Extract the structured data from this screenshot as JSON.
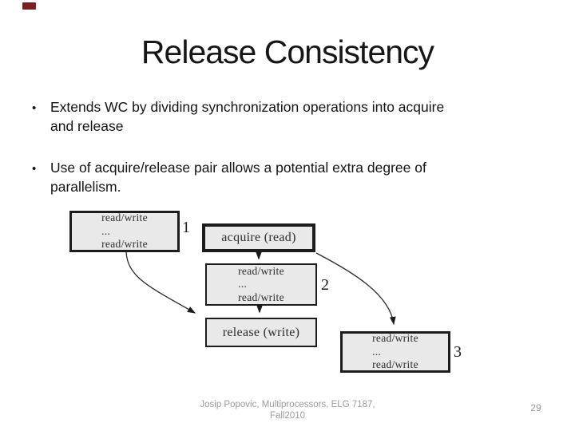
{
  "slide": {
    "title": "Release Consistency",
    "bullets": [
      {
        "lines": [
          "Extends WC by dividing synchronization operations into acquire",
          "and release"
        ]
      },
      {
        "lines": [
          "Use of acquire/release pair allows a potential extra degree of",
          "parallelism."
        ]
      }
    ],
    "footer": {
      "course_info_line1": "Josip Popovic, Multiprocessors, ELG 7187,",
      "course_info_line2": "Fall2010",
      "page_number": "29"
    },
    "colors": {
      "logo": "#7a2025",
      "title_text": "#161616",
      "body_text": "#141414",
      "footer_text": "#9b9b9b"
    }
  },
  "diagram": {
    "boxes": {
      "p1": {
        "label": "1",
        "lines": [
          "read/write",
          "...",
          "read/write"
        ]
      },
      "acquire": {
        "text": "acquire (read)"
      },
      "p2": {
        "label": "2",
        "lines": [
          "read/write",
          "...",
          "read/write"
        ]
      },
      "release": {
        "text": "release (write)"
      },
      "p3": {
        "label": "3",
        "lines": [
          "read/write",
          "...",
          "read/write"
        ]
      }
    },
    "colors": {
      "box_fill": "#e9e9e9",
      "box_border": "#1c1c1c",
      "arrow": "#2a2a2a",
      "text": "#2d2d2d"
    }
  }
}
